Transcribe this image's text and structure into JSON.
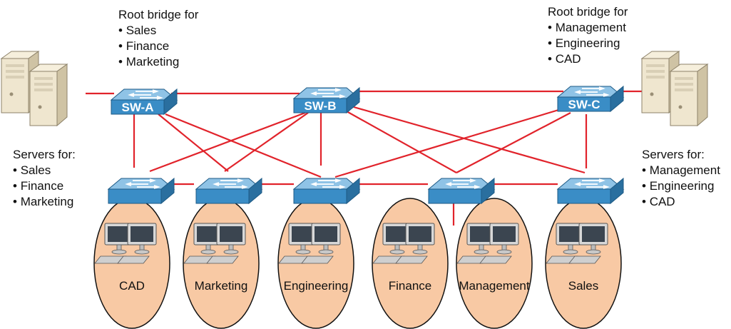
{
  "core_switches": [
    {
      "label": "SW-A"
    },
    {
      "label": "SW-B"
    },
    {
      "label": "SW-C"
    }
  ],
  "access_switches": [
    {
      "group": "CAD"
    },
    {
      "group": "Marketing"
    },
    {
      "group": "Engineering"
    },
    {
      "group": "Finance"
    },
    {
      "group": "Management"
    },
    {
      "group": "Sales"
    }
  ],
  "root_notes": [
    {
      "heading": "Root bridge for",
      "items": [
        "Sales",
        "Finance",
        "Marketing"
      ]
    },
    {
      "heading": "Root bridge for",
      "items": [
        "Management",
        "Engineering",
        "CAD"
      ]
    }
  ],
  "server_notes": [
    {
      "heading": "Servers for:",
      "items": [
        "Sales",
        "Finance",
        "Marketing"
      ]
    },
    {
      "heading": "Servers for:",
      "items": [
        "Management",
        "Engineering",
        "CAD"
      ]
    }
  ],
  "colors": {
    "link": "#e1232b",
    "switch_top": "#8fc3e6",
    "switch_front": "#3a8dc6",
    "switch_side": "#2a6f9f",
    "ellipse_fill": "#f8c9a4",
    "server_body": "#efe6cf"
  },
  "icons": [
    "switch-icon",
    "server-icon",
    "workstation-icon"
  ]
}
